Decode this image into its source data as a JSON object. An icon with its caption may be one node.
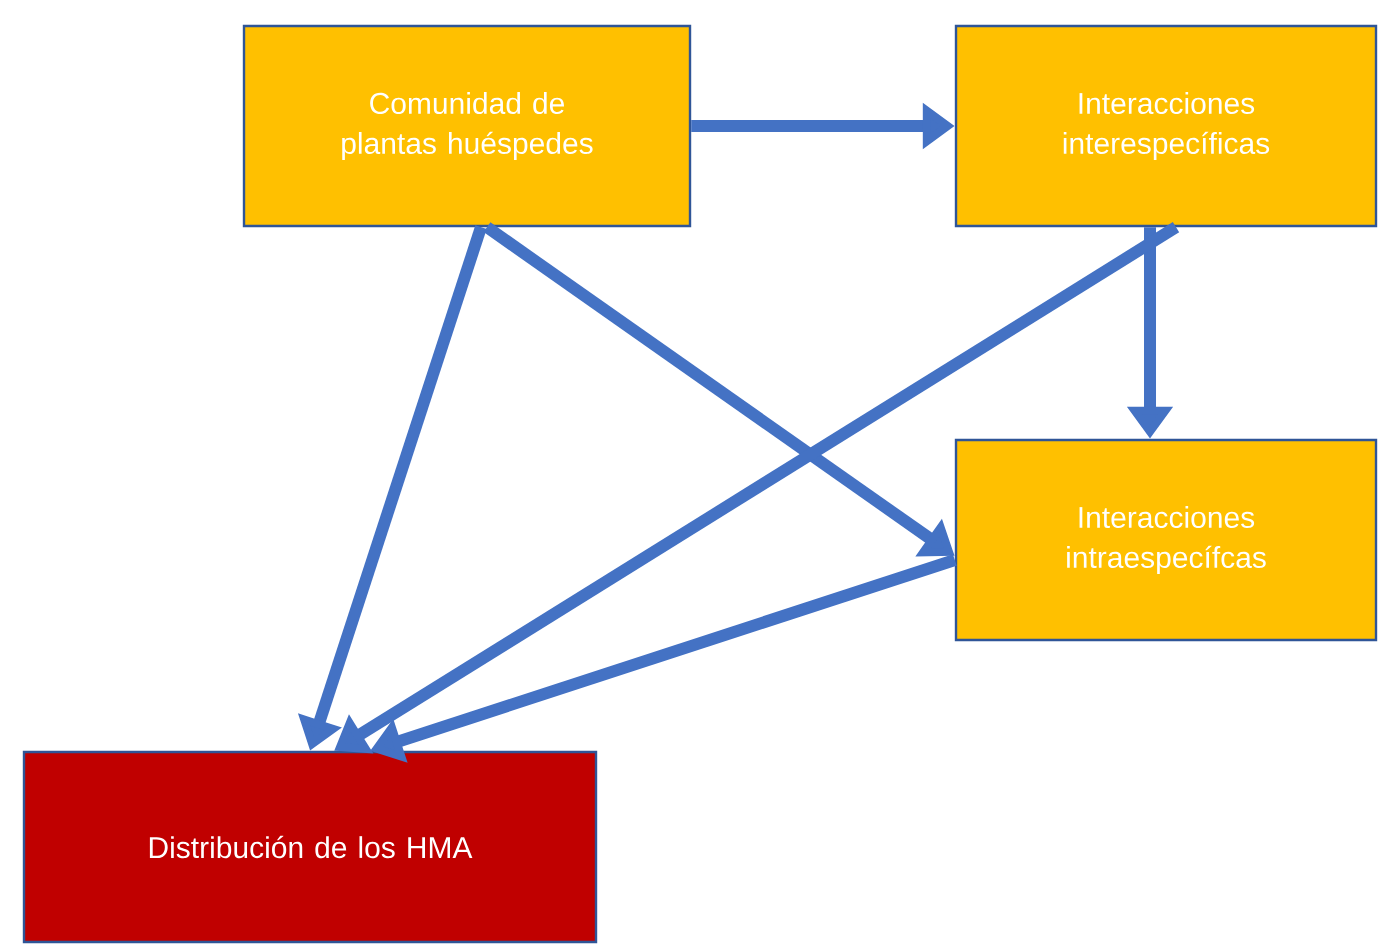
{
  "diagram": {
    "nodes": [
      {
        "text": [
          "Comunidad de plantas huéspedes"
        ]
      },
      {
        "text": [
          "Interacciones interespecíficas"
        ]
      },
      {
        "text": [
          "Interacciones intraespecífcas"
        ]
      },
      {
        "text": [
          "Distribución de los HMA"
        ]
      }
    ],
    "edges": [
      {
        "from": 0,
        "to": 1,
        "arrow": "to"
      },
      {
        "from": 0,
        "to": 3,
        "arrow": "to"
      },
      {
        "from": 0,
        "to": 2,
        "arrow": "to"
      },
      {
        "from": 1,
        "to": 2,
        "arrow": "to"
      },
      {
        "from": 1,
        "to": 3,
        "arrow": "to"
      },
      {
        "from": 2,
        "to": 3,
        "arrow": "to"
      }
    ]
  }
}
